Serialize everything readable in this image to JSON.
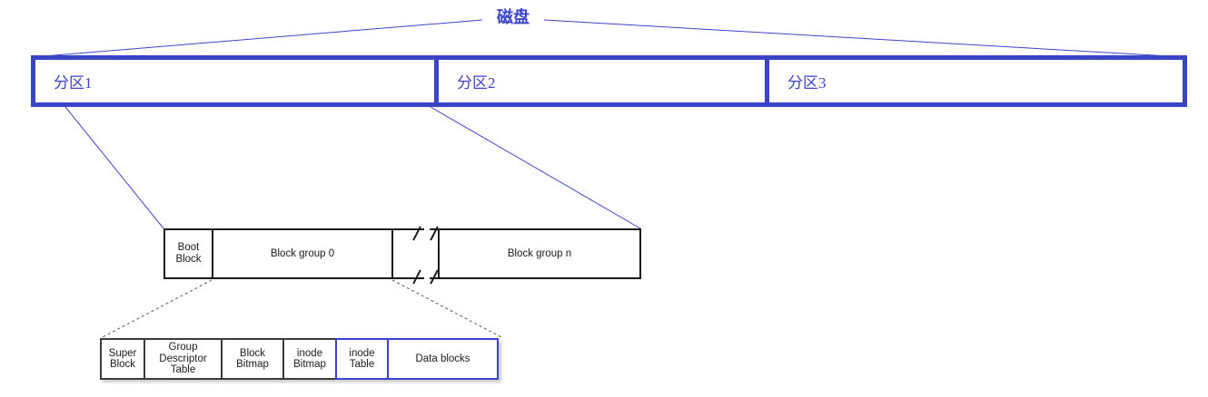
{
  "diagram": {
    "title_label": "磁盘",
    "accent_color": "#3b43c6",
    "ink_color": "#1a1a1a",
    "partitions": [
      {
        "label": "分区1"
      },
      {
        "label": "分区2"
      },
      {
        "label": "分区3"
      }
    ],
    "block_group_bar": {
      "segments": [
        {
          "label": "Boot\nBlock",
          "line1": "Boot",
          "line2": "Block"
        },
        {
          "label": "Block group 0",
          "line1": "Block group 0",
          "line2": ""
        },
        {
          "label": "",
          "line1": "",
          "line2": ""
        },
        {
          "label": "Block group n",
          "line1": "Block group n",
          "line2": ""
        }
      ],
      "break_symbol": "//"
    },
    "block_group_detail": {
      "cells": [
        {
          "line1": "Super",
          "line2": "Block",
          "line3": "",
          "highlighted": false
        },
        {
          "line1": "Group",
          "line2": "Descriptor",
          "line3": "Table",
          "highlighted": false
        },
        {
          "line1": "Block",
          "line2": "Bitmap",
          "line3": "",
          "highlighted": false
        },
        {
          "line1": "inode",
          "line2": "Bitmap",
          "line3": "",
          "highlighted": false
        },
        {
          "line1": "inode",
          "line2": "Table",
          "line3": "",
          "highlighted": true
        },
        {
          "line1": "Data blocks",
          "line2": "",
          "line3": "",
          "highlighted": true
        }
      ]
    }
  }
}
